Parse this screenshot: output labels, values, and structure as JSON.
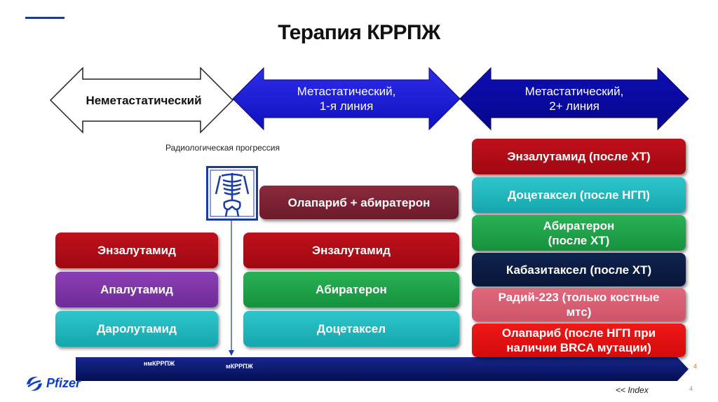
{
  "title": "Терапия КРРПЖ",
  "arrows": {
    "nonmet": "Неметастатический",
    "met1_line1": "Метастатический,",
    "met1_line2": "1-я линия",
    "met2_line1": "Метастатический,",
    "met2_line2": "2+ линия"
  },
  "radiologic_label": "Радиологическая прогрессия",
  "xray_icon": "skeleton-xray-icon",
  "nonmet_drugs": [
    "Энзалутамид",
    "Апалутамид",
    "Даролутамид"
  ],
  "met1": {
    "olaparib": "Олапариб + абиратерон",
    "drugs": [
      "Энзалутамид",
      "Абиратерон",
      "Доцетаксел"
    ]
  },
  "met2": {
    "enzalutamide": "Энзалутамид (после ХТ)",
    "docetaxel": "Доцетаксел (после НГП)",
    "abiraterone_l1": "Абиратерон",
    "abiraterone_l2": "(после ХТ)",
    "cabazitaxel": "Кабазитаксел (после ХТ)",
    "radium_l1": "Радий-223 (только костные",
    "radium_l2": "мтс)",
    "olaparib_l1": "Олапариб (после НГП при",
    "olaparib_l2": "наличии BRCA мутации)"
  },
  "timeline": {
    "nm": "нмКРРПЖ",
    "m": "мКРРПЖ"
  },
  "logo": "Pfizer",
  "index_link": "<< Index",
  "page_num_top": "4",
  "page_num_bottom": "4",
  "colors": {
    "red": "#b00c16",
    "purple": "#7c35a6",
    "teal": "#1fb3b9",
    "green": "#1e9f47",
    "maroon": "#7a2233",
    "navy": "#0b1c44",
    "pink": "#d85e72",
    "bright_red": "#e31010",
    "arrow_blue_mid": "#1a1ad6",
    "arrow_blue_dark": "#0a0aa8",
    "timeline": "#0a1a6e"
  }
}
